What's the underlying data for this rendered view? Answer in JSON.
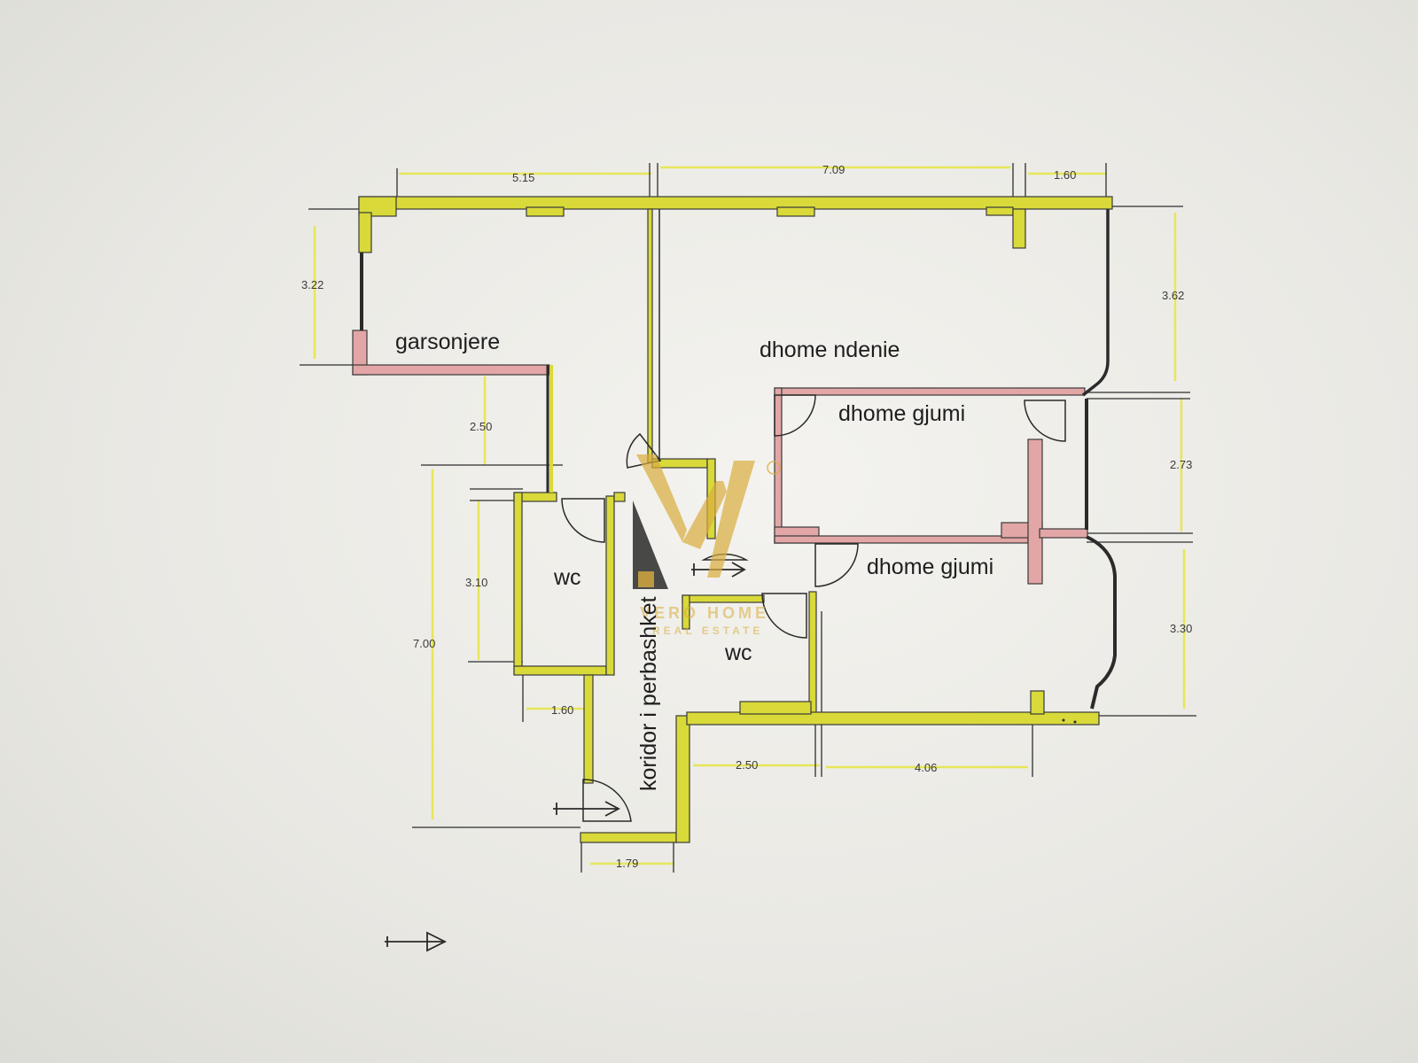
{
  "rooms": {
    "garsonjere": "garsonjere",
    "living": "dhome ndenie",
    "bedroom1": "dhome gjumi",
    "bedroom2": "dhome gjumi",
    "wc1": "wc",
    "wc2": "wc",
    "corridor": "koridor i perbashket"
  },
  "dimensions": {
    "top_left": "5.15",
    "top_middle": "7.09",
    "top_right": "1.60",
    "left_upper": "3.22",
    "left_corridor": "2.50",
    "wc_height": "3.10",
    "left_total": "7.00",
    "wc_width": "1.60",
    "entrance_width": "1.79",
    "bottom_mid": "2.50",
    "bottom_right": "4.06",
    "right_upper": "3.62",
    "right_middle": "2.73",
    "right_lower": "3.30"
  },
  "colors": {
    "wall_yellow": "#d8d830",
    "wall_pink": "#e3a6a6",
    "ink": "#2a2a2a",
    "dimension_line": "#ecec5a",
    "watermark": "#d9ad3d"
  },
  "watermark": {
    "logo_text": "VH",
    "brand": "VERO HOME",
    "sub": "REAL ESTATE"
  }
}
